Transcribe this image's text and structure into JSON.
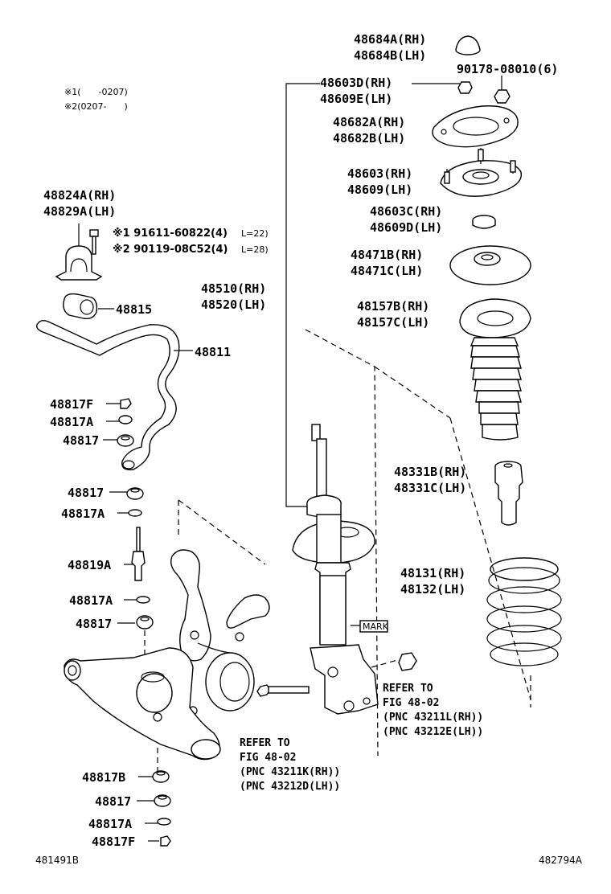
{
  "notes": {
    "n1": "※1(　　-0207)",
    "n2": "※2(0207-　　)"
  },
  "parts": {
    "p48684A": "48684A(RH)",
    "p48684B": "48684B(LH)",
    "p90178": "90178-08010(6)",
    "p48603D": "48603D(RH)",
    "p48609E": "48609E(LH)",
    "p48682A": "48682A(RH)",
    "p48682B": "48682B(LH)",
    "p48603": "48603(RH)",
    "p48609": "48609(LH)",
    "p48603C": "48603C(RH)",
    "p48609D": "48609D(LH)",
    "p48471B": "48471B(RH)",
    "p48471C": "48471C(LH)",
    "p48157B": "48157B(RH)",
    "p48157C": "48157C(LH)",
    "p48510": "48510(RH)",
    "p48520": "48520(LH)",
    "p48331B": "48331B(RH)",
    "p48331C": "48331C(LH)",
    "p48131": "48131(RH)",
    "p48132": "48132(LH)",
    "p48824A": "48824A(RH)",
    "p48829A": "48829A(LH)",
    "p91611": "※1 91611-60822(4)",
    "p91611n": "L=22)",
    "p90119": "※2 90119-08C52(4)",
    "p90119n": "L=28)",
    "p48815": "48815",
    "p48811": "48811",
    "p48817F_a": "48817F",
    "p48817A_a": "48817A",
    "p48817_a": "48817",
    "p48817_b": "48817",
    "p48817A_b": "48817A",
    "p48819A": "48819A",
    "p48817A_c": "48817A",
    "p48817_c": "48817",
    "p48817B": "48817B",
    "p48817_d": "48817",
    "p48817A_d": "48817A",
    "p48817F_d": "48817F"
  },
  "mark": "MARK",
  "refs": {
    "right": [
      "REFER TO",
      "FIG 48-02",
      "(PNC 43211L(RH))",
      "(PNC 43212E(LH))"
    ],
    "left": [
      "REFER TO",
      "FIG 48-02",
      "(PNC 43211K(RH))",
      "(PNC 43212D(LH))"
    ]
  },
  "footer": {
    "left_code": "481491B",
    "right_code": "482794A"
  }
}
